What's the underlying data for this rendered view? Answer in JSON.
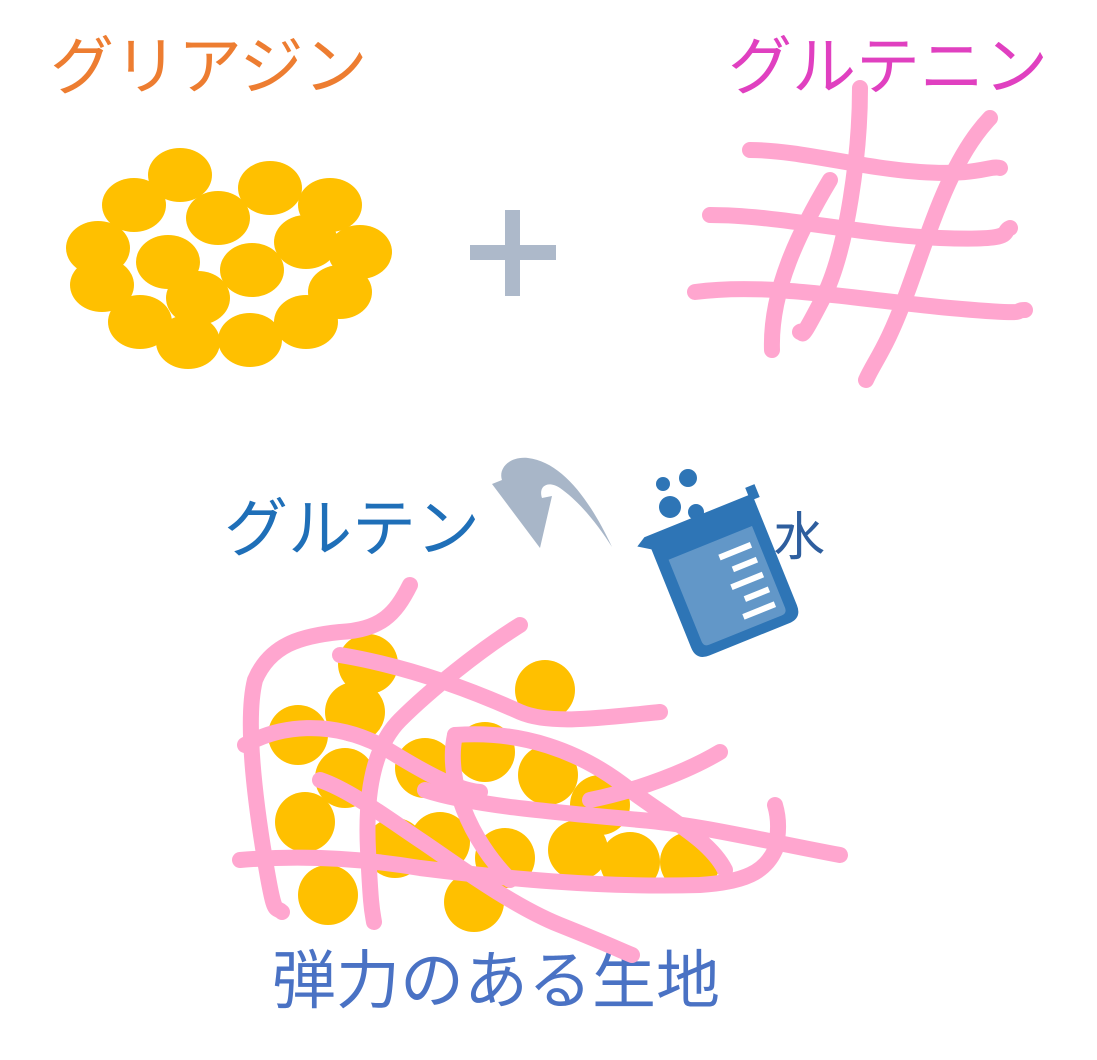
{
  "labels": {
    "gliadin": "グリアジン",
    "glutenin": "グルテニン",
    "gluten": "グルテン",
    "water": "水",
    "dough": "弾力のある生地"
  },
  "colors": {
    "gliadin_text": "#ED7D31",
    "glutenin_text": "#E040C0",
    "gluten_text": "#1F6FB8",
    "water_text": "#2E5E9E",
    "dough_text": "#4A72C4",
    "gliadin_ball": "#FFC000",
    "glutenin_strand": "#FFA6CF",
    "plus": "#ADB9CA",
    "arrow": "#A8B6C8",
    "beaker": "#2E75B6"
  },
  "icons": [
    "plus-icon",
    "curved-arrow-icon",
    "beaker-icon"
  ]
}
